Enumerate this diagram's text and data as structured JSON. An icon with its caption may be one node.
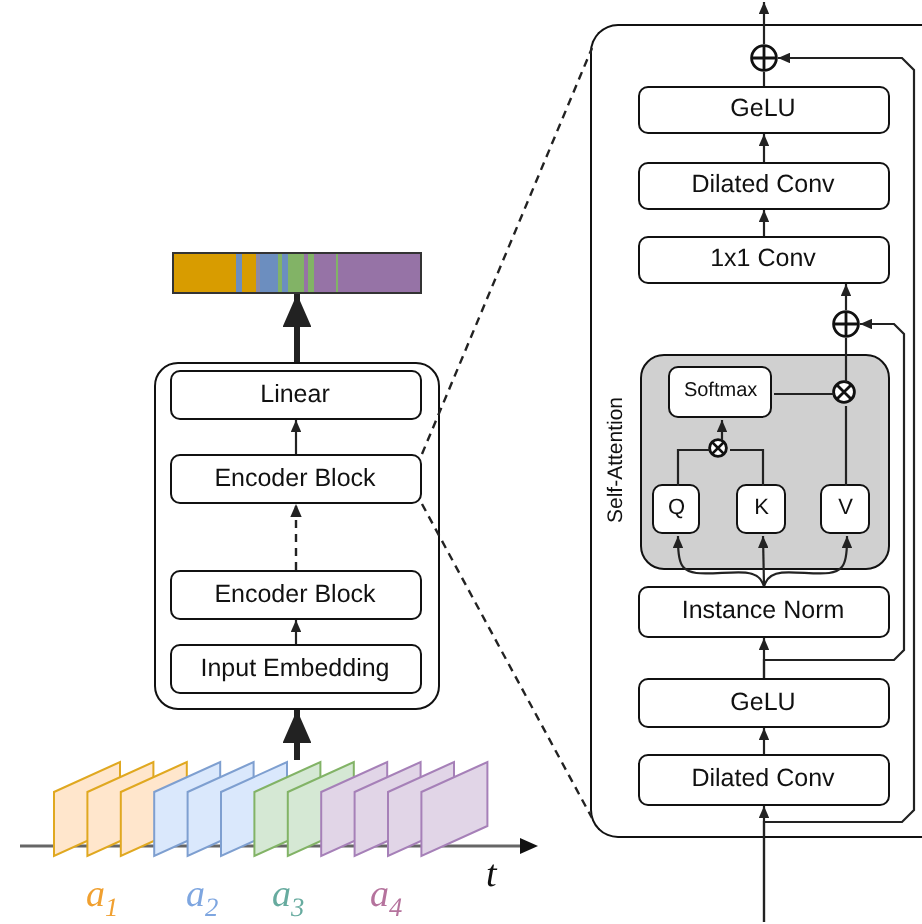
{
  "diagram": {
    "nodes": [
      {
        "text": [],
        "shape": "box"
      },
      {
        "text": [
          "Linear"
        ],
        "in": 0
      },
      {
        "text": [
          "Encoder Block"
        ],
        "in": 0
      },
      {
        "text": [
          "Encoder Block"
        ],
        "in": 0
      },
      {
        "text": [
          "Input Embedding"
        ],
        "in": 0
      },
      {
        "text": [],
        "shape": "bar"
      },
      {
        "text": [],
        "shape": "picture",
        "beside": [
          "a$_{1}$",
          "a$_{2}$",
          "a$_{3}$",
          "a$_{4}$",
          "t"
        ]
      },
      {
        "text": [],
        "shape": "box"
      },
      {
        "text": [],
        "shape": "circle",
        "in": 7
      },
      {
        "text": [
          "GeLU"
        ],
        "in": 7
      },
      {
        "text": [
          "Dilated Conv"
        ],
        "in": 7
      },
      {
        "text": [
          "1x1 Conv"
        ],
        "in": 7
      },
      {
        "text": [],
        "shape": "circle",
        "in": 7
      },
      {
        "text": [
          "Self-Attention"
        ],
        "in": 7
      },
      {
        "text": [
          "Softmax"
        ],
        "in": 13
      },
      {
        "text": [],
        "shape": "circle",
        "in": 13
      },
      {
        "text": [],
        "shape": "circle",
        "in": 13
      },
      {
        "text": [
          "Q"
        ],
        "in": 13
      },
      {
        "text": [
          "K"
        ],
        "in": 13
      },
      {
        "text": [
          "V"
        ],
        "in": 13
      },
      {
        "text": [
          "Instance Norm"
        ],
        "in": 7
      },
      {
        "text": [
          "GeLU"
        ],
        "in": 7
      },
      {
        "text": [
          "Dilated Conv"
        ],
        "in": 7
      }
    ],
    "edges": [
      {
        "from": 6,
        "to": 0,
        "arrow": "to",
        "style": "thick"
      },
      {
        "from": 4,
        "to": 3,
        "arrow": "to"
      },
      {
        "from": 3,
        "to": 2,
        "arrow": "to",
        "style": "dashed"
      },
      {
        "from": 2,
        "to": 1,
        "arrow": "to"
      },
      {
        "from": 0,
        "to": 5,
        "arrow": "to",
        "style": "thick"
      },
      {
        "from": 2,
        "to": 7,
        "arrow": "none",
        "style": "dashed"
      },
      {
        "from": 2,
        "to": 7,
        "arrow": "none",
        "style": "dashed"
      },
      {
        "from": null,
        "to": 22,
        "arrow": "to"
      },
      {
        "from": 22,
        "to": 21,
        "arrow": "to"
      },
      {
        "from": 21,
        "to": 20,
        "arrow": "to"
      },
      {
        "from": null,
        "to": 8,
        "arrow": "to"
      },
      {
        "from": 21,
        "to": 12,
        "arrow": "to"
      },
      {
        "from": 20,
        "to": 17,
        "arrow": "to"
      },
      {
        "from": 20,
        "to": 18,
        "arrow": "to"
      },
      {
        "from": 20,
        "to": 19,
        "arrow": "to"
      },
      {
        "from": 17,
        "to": 16,
        "arrow": "none"
      },
      {
        "from": 18,
        "to": 16,
        "arrow": "none"
      },
      {
        "from": 16,
        "to": 14,
        "arrow": "to"
      },
      {
        "from": 14,
        "to": 15,
        "arrow": "none"
      },
      {
        "from": 19,
        "to": 15,
        "arrow": "none"
      },
      {
        "from": 15,
        "to": 12,
        "arrow": "none"
      },
      {
        "from": 12,
        "to": 11,
        "arrow": "to"
      },
      {
        "from": 11,
        "to": 10,
        "arrow": "to"
      },
      {
        "from": 10,
        "to": 9,
        "arrow": "to"
      },
      {
        "from": 9,
        "to": 8,
        "arrow": "none"
      },
      {
        "from": 8,
        "to": null,
        "arrow": "to"
      }
    ]
  }
}
